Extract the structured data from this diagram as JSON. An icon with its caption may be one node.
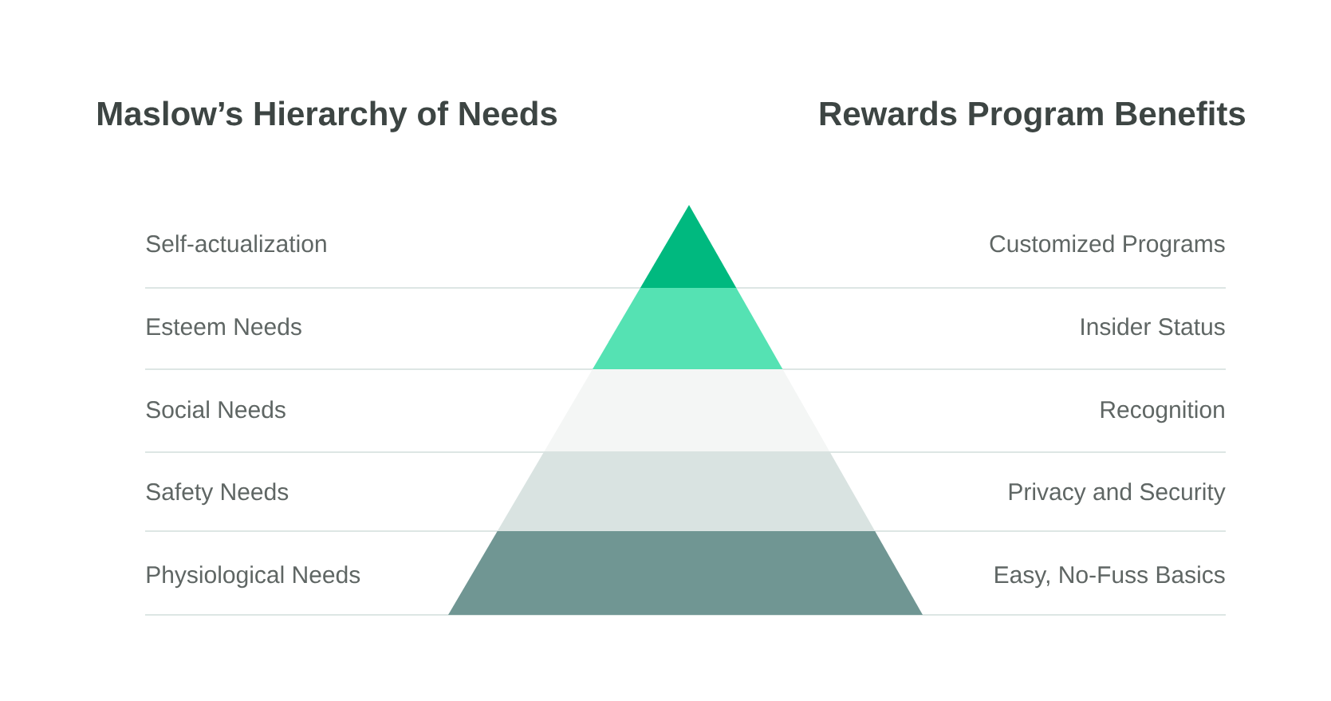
{
  "diagram": {
    "nodes": [
      {
        "text": [],
        "shape": "triangle"
      },
      {
        "text": [],
        "shape": "trapezoid"
      },
      {
        "text": [],
        "shape": "trapezoid"
      },
      {
        "text": [],
        "shape": "trapezoid"
      },
      {
        "text": [],
        "shape": "trapezoid"
      }
    ],
    "labels": [
      "Maslow’s Hierarchy of Needs",
      "Rewards Program Benefits",
      "Self-actualization",
      "Customized Programs",
      "Esteem Needs",
      "Insider Status",
      "Social Needs",
      "Recognition",
      "Safety Needs",
      "Privacy and Security",
      "Physiological Needs",
      "Easy, No-Fuss Basics"
    ]
  }
}
